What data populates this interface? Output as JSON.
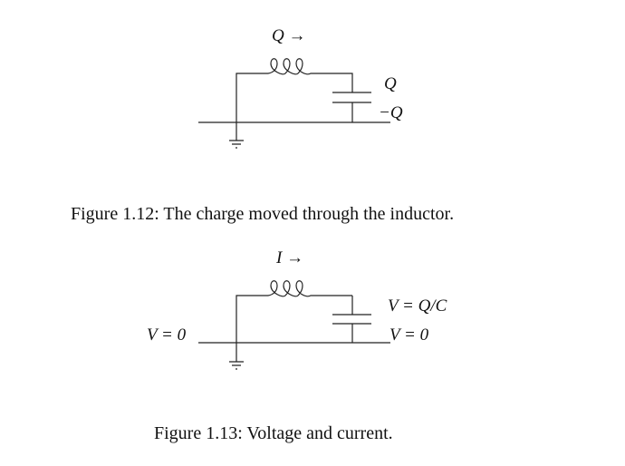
{
  "figures": [
    {
      "caption": "Figure 1.12: The charge moved through the inductor.",
      "inductor_label": "Q →",
      "cap_top_label": "Q",
      "cap_bottom_label": "−Q"
    },
    {
      "caption": "Figure 1.13: Voltage and current.",
      "inductor_label": "I →",
      "left_label": "V = 0",
      "cap_top_label": "V = Q/C",
      "cap_bottom_label": "V = 0"
    }
  ]
}
